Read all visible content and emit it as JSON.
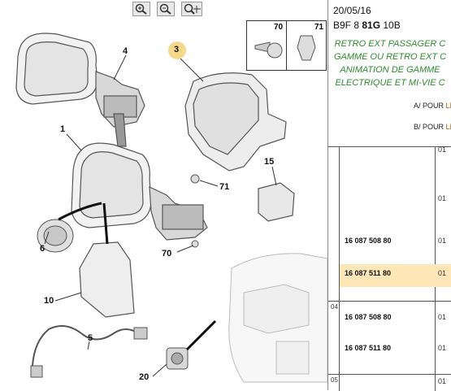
{
  "toolbar": {
    "zoom_in_icon": "zoom-in-icon",
    "zoom_out_icon": "zoom-out-icon",
    "zoom_fit_icon": "zoom-fit-icon"
  },
  "diagram": {
    "callouts": {
      "c4": "4",
      "c3": "3",
      "c1": "1",
      "c15": "15",
      "c71": "71",
      "c70": "70",
      "c6": "6",
      "c10": "10",
      "c5": "5",
      "c20": "20"
    },
    "inset": {
      "left_num": "70",
      "right_num": "71"
    }
  },
  "panel": {
    "date": "20/05/16",
    "code_prefix": "B9F 8 ",
    "code_bold": "81G",
    "code_suffix": " 10B",
    "description": [
      "RETRO EXT PASSAGER C",
      "GAMME OU RETRO EXT C",
      "ANIMATION DE GAMME",
      "ELECTRIQUE ET MI-VIE C"
    ],
    "pour_a_prefix": "A/ POUR ",
    "pour_a_link": "LI",
    "pour_b_prefix": "B/ POUR ",
    "pour_b_link": "LI",
    "rows": [
      {
        "part": "16 087 508 80",
        "qty": "01"
      },
      {
        "part": "16 087 511 80",
        "qty": "01"
      },
      {
        "part": "16 087 508 80",
        "qty": "01"
      },
      {
        "part": "16 087 511 80",
        "qty": "01"
      }
    ],
    "qty_top_1": "01",
    "qty_top_2": "01",
    "group_04": "04",
    "group_05": "05",
    "qty_bottom": "01"
  }
}
